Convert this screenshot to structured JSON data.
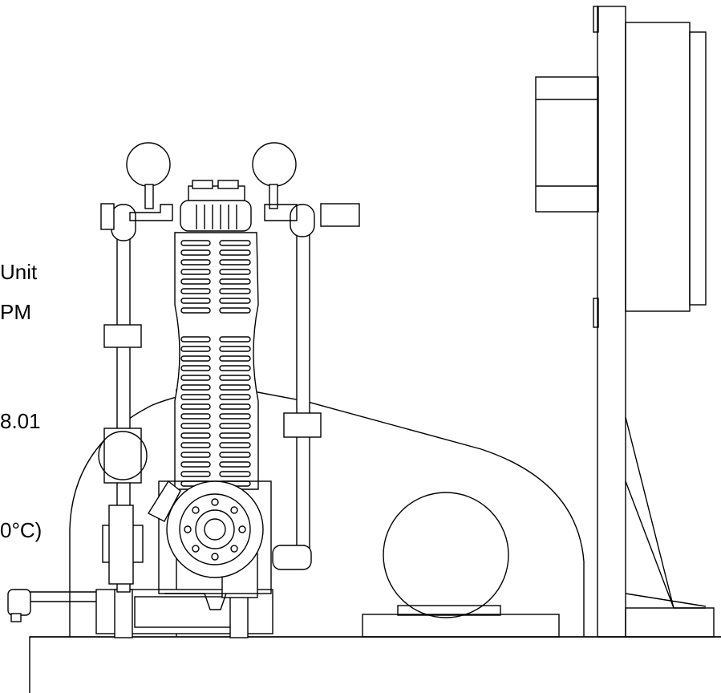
{
  "labels": {
    "line_unit": "Unit",
    "line_pm": "PM",
    "line_version": "8.01",
    "line_temp": "0°C)"
  }
}
